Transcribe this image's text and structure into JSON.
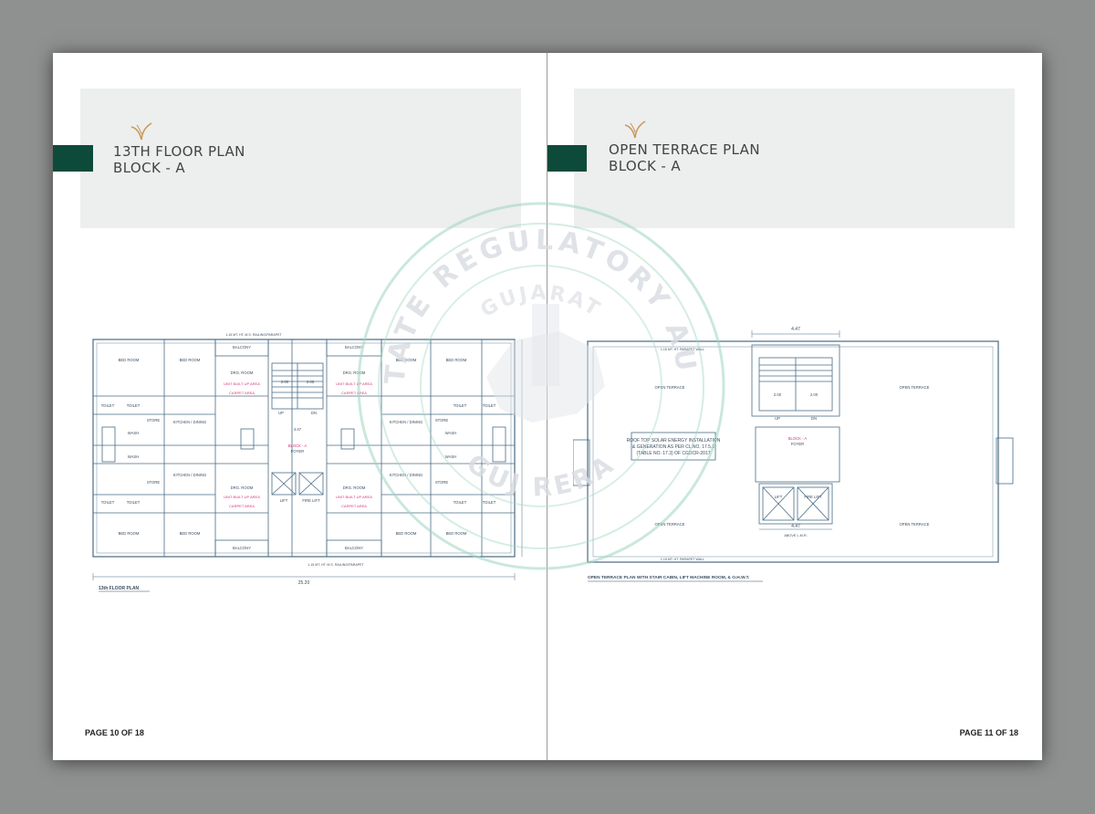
{
  "left_page": {
    "title_line1": "13TH FLOOR PLAN",
    "title_line2": "BLOCK - A",
    "page_number": "PAGE 10 OF 18",
    "plan_caption": "13th FLOOR PLAN",
    "labels": {
      "bed_room": "BED ROOM",
      "balcony": "BALCONY",
      "drg_room": "DRG. ROOM",
      "toilet": "TOILET",
      "wash": "WASH",
      "store": "STORE",
      "kitchen": "KITCHEN / DINING",
      "block_a": "BLOCK - A",
      "foyer": "FOYER",
      "lift": "LIFT",
      "fire_lift": "FIRE LIFT",
      "unit_area": "UNIT BUILT UP AREA",
      "carpet_area": "CARPET AREA",
      "railing_top": "1.15 MT. HT. M.S. RAILING/PARAPET",
      "railing_bottom": "1.15 MT. HT. M.S. RAILING/PARAPET",
      "overall_dim": "25.20",
      "mid_dim": "4.47",
      "up": "UP",
      "dn": "DN",
      "stair_dim_a": "2.00",
      "stair_dim_b": "2.00"
    }
  },
  "right_page": {
    "title_line1": "OPEN TERRACE PLAN",
    "title_line2": "BLOCK - A",
    "page_number": "PAGE 11 OF 18",
    "plan_caption": "OPEN TERRACE PLAN WITH STAIR CABIN, LIFT MACHINE ROOM, & O.H.W.T.",
    "labels": {
      "open_terrace": "OPEN TERRACE",
      "solar_line1": "ROOF TOP SOLAR ENERGY INSTALLATION",
      "solar_line2": "& GENERATION AS PER CL.NO. 17.5.1",
      "solar_line3": "(TABLE NO. 17.3) OF CGDCR-2017",
      "parapet_top": "1.15 MT. HT. PARAPET WALL",
      "parapet_bottom": "1.15 MT. HT. PARAPET WALL",
      "block_a": "BLOCK - A",
      "foyer": "FOYER",
      "lift": "LIFT",
      "fire_lift": "FIRE LIFT",
      "top_dim": "4.47",
      "bottom_dim": "4.47",
      "stair_dim_a": "2.00",
      "stair_dim_b": "2.00",
      "up": "UP",
      "dn": "DN",
      "above_lmr": "ABOVE L.M.R."
    }
  },
  "watermark": {
    "top_text": "REAL ESTATE REGULATORY AUTHORITY",
    "bottom_text": "GUJ RERA",
    "inner_text": "GUJARAT"
  },
  "colors": {
    "header_green": "#0e4a3a",
    "header_grey": "#edeeee",
    "plan_line": "#4a6b86",
    "area_pink": "#d8367a",
    "logo_gold": "#c9995a"
  }
}
